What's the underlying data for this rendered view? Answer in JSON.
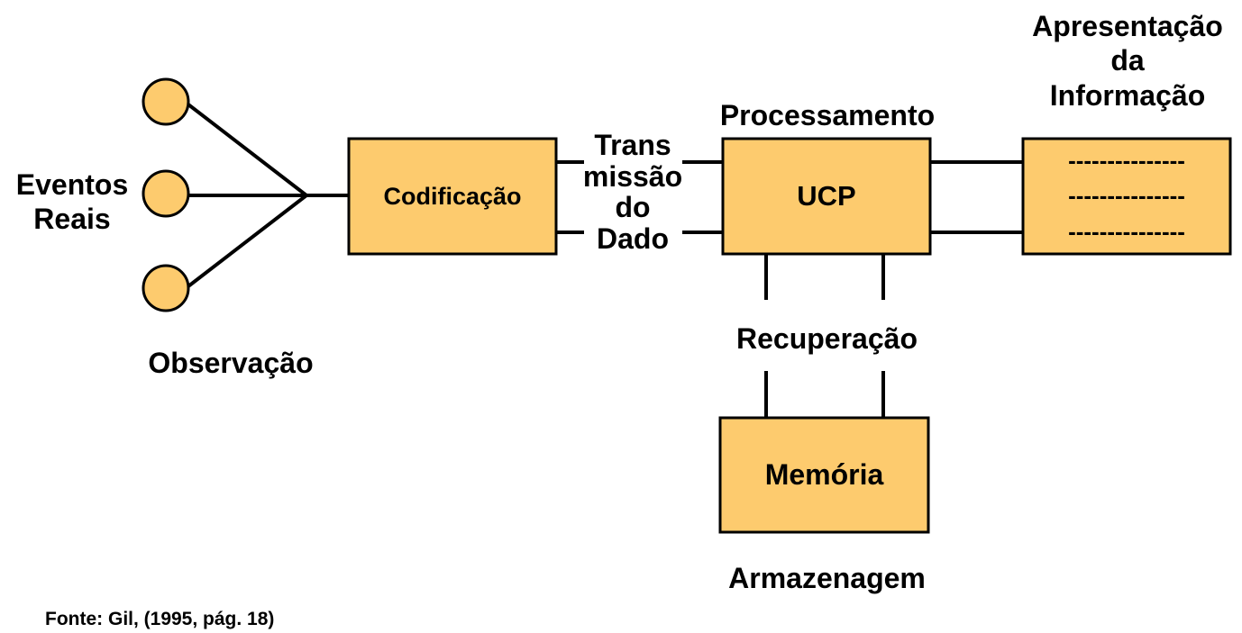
{
  "colors": {
    "fill": "#fdcb6e",
    "stroke": "#000000",
    "background": "#ffffff"
  },
  "labels": {
    "eventos_line1": "Eventos",
    "eventos_line2": "Reais",
    "observacao": "Observação",
    "trans_line1": "Trans",
    "trans_line2": "missão",
    "trans_line3": "do",
    "trans_line4": "Dado",
    "processamento": "Processamento",
    "apresentacao_line1": "Apresentação",
    "apresentacao_line2": "da",
    "apresentacao_line3": "Informação",
    "recuperacao": "Recuperação",
    "armazenagem": "Armazenagem",
    "fonte": "Fonte: Gil, (1995, pág. 18)"
  },
  "boxes": {
    "codificacao": "Codificação",
    "ucp": "UCP",
    "memoria": "Memória",
    "display_line1": "---------------",
    "display_line2": "---------------",
    "display_line3": "---------------"
  }
}
